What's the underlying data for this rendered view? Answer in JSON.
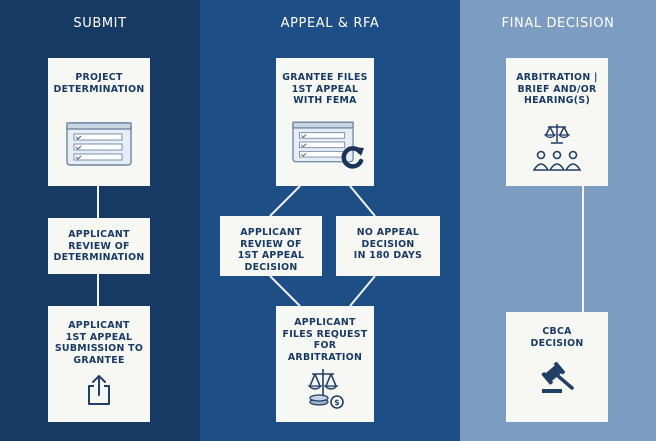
{
  "columns": {
    "submit": {
      "title": "SUBMIT",
      "color": "#163a63"
    },
    "appeal": {
      "title": "APPEAL & RFA",
      "color": "#1d4f86"
    },
    "final": {
      "title": "FINAL DECISION",
      "color": "#7d9cc1"
    }
  },
  "boxes": {
    "project_determination": [
      "PROJECT",
      "DETERMINATION"
    ],
    "applicant_review": [
      "APPLICANT",
      "REVIEW OF",
      "DETERMINATION"
    ],
    "first_appeal_submission": [
      "APPLICANT",
      "1ST APPEAL",
      "SUBMISSION TO",
      "GRANTEE"
    ],
    "grantee_files": [
      "GRANTEE FILES",
      "1ST APPEAL",
      "WITH FEMA"
    ],
    "review_first_appeal": [
      "APPLICANT",
      "REVIEW OF",
      "1ST APPEAL",
      "DECISION"
    ],
    "no_appeal_decision": [
      "NO APPEAL",
      "DECISION",
      "IN 180 DAYS"
    ],
    "files_request": [
      "APPLICANT",
      "FILES REQUEST",
      "FOR",
      "ARBITRATION"
    ],
    "arbitration": [
      "ARBITRATION |",
      "BRIEF AND/OR",
      "HEARING(S)"
    ],
    "cbca_decision": [
      "CBCA",
      "DECISION"
    ]
  },
  "icons": {
    "document": "document-form-icon",
    "refresh": "refresh-icon",
    "upload": "share-upload-icon",
    "scales": "scales-of-justice-icon",
    "people": "people-group-icon",
    "scales_money": "scales-with-money-icon",
    "gavel": "gavel-icon"
  },
  "colors": {
    "box_bg": "#f7f7f4",
    "box_text": "#183b66",
    "connector": "#f0f2f5"
  }
}
